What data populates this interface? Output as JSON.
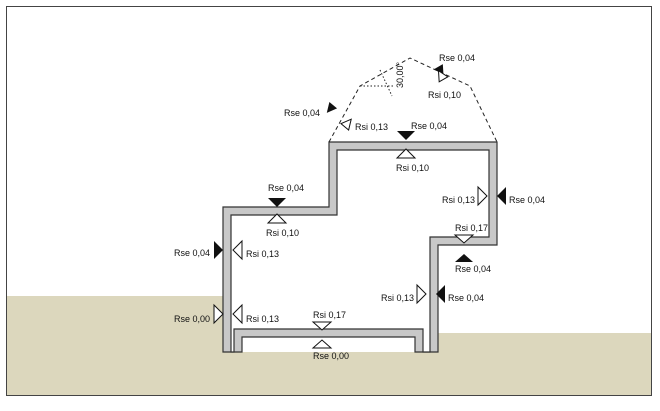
{
  "diagram": {
    "roof_angle": "30,00°",
    "labels": [
      {
        "id": "rse-roof-top",
        "text": "Rse  0,04"
      },
      {
        "id": "rsi-roof-top",
        "text": "Rsi  0,10"
      },
      {
        "id": "rse-roof-left",
        "text": "Rse  0,04"
      },
      {
        "id": "rsi-roof-left",
        "text": "Rsi  0,13"
      },
      {
        "id": "rse-upper-ceiling",
        "text": "Rse  0,04"
      },
      {
        "id": "rsi-upper-ceiling",
        "text": "Rsi  0,10"
      },
      {
        "id": "rse-lower-ceiling",
        "text": "Rse  0,04"
      },
      {
        "id": "rsi-lower-ceiling",
        "text": "Rsi  0,10"
      },
      {
        "id": "rse-left-wall",
        "text": "Rse  0,04"
      },
      {
        "id": "rsi-left-wall",
        "text": "Rsi  0,13"
      },
      {
        "id": "rse-left-ground",
        "text": "Rse  0,00"
      },
      {
        "id": "rsi-left-ground",
        "text": "Rsi  0,13"
      },
      {
        "id": "rsi-floor",
        "text": "Rsi  0,17"
      },
      {
        "id": "rse-floor",
        "text": "Rse  0,00"
      },
      {
        "id": "rsi-right-wall",
        "text": "Rsi  0,13"
      },
      {
        "id": "rse-right-wall",
        "text": "Rse  0,04"
      },
      {
        "id": "rsi-step-floor",
        "text": "Rsi  0,17"
      },
      {
        "id": "rse-step-floor",
        "text": "Rse  0,04"
      },
      {
        "id": "rsi-right-lower",
        "text": "Rsi  0,13"
      },
      {
        "id": "rse-right-lower",
        "text": "Rse  0,04"
      }
    ]
  }
}
